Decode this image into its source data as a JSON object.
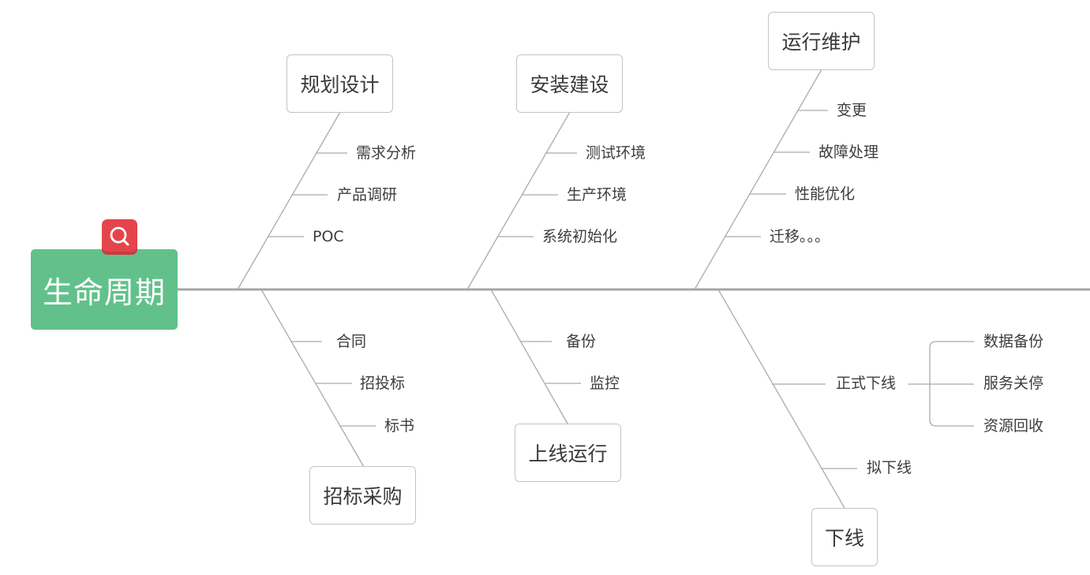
{
  "head": {
    "label": "生命周期",
    "icon": "search-icon"
  },
  "colors": {
    "head": "#62c18b",
    "badge": "#e4454b",
    "line": "#ababab",
    "spine": "#a6a6a6"
  },
  "categories": {
    "planning": {
      "label": "规划设计",
      "causes": [
        "需求分析",
        "产品调研",
        "POC"
      ]
    },
    "install": {
      "label": "安装建设",
      "causes": [
        "测试环境",
        "生产环境",
        "系统初始化"
      ]
    },
    "operation": {
      "label": "运行维护",
      "causes": [
        "变更",
        "故障处理",
        "性能优化",
        "迁移。。。"
      ]
    },
    "bidding": {
      "label": "招标采购",
      "causes": [
        "合同",
        "招投标",
        "标书"
      ]
    },
    "golive": {
      "label": "上线运行",
      "causes": [
        "备份",
        "监控"
      ]
    },
    "offline": {
      "label": "下线",
      "causes": [
        "正式下线",
        "拟下线"
      ],
      "formal_children": [
        "数据备份",
        "服务关停",
        "资源回收"
      ]
    }
  }
}
